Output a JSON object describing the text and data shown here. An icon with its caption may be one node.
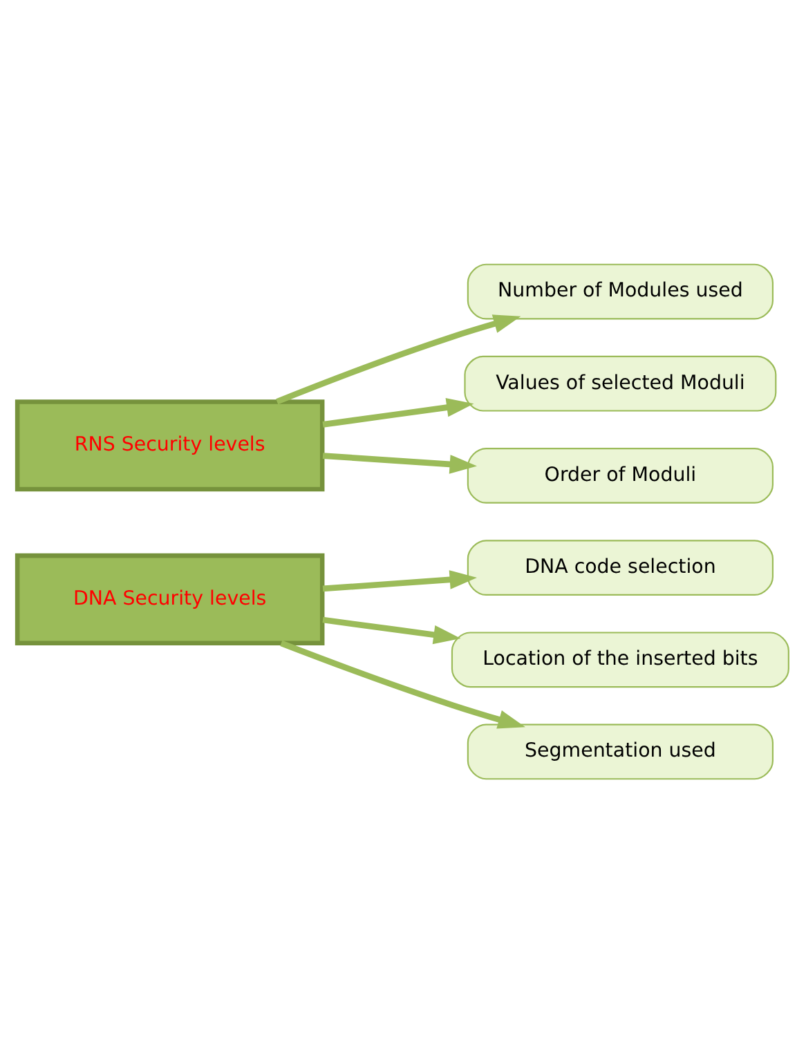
{
  "diagram": {
    "nodes": [
      {
        "text": [
          "RNS Security levels"
        ]
      },
      {
        "text": [
          "Number of Modules used"
        ]
      },
      {
        "text": [
          "Values of selected Moduli"
        ]
      },
      {
        "text": [
          "Order of Moduli"
        ]
      },
      {
        "text": [
          "DNA Security levels"
        ]
      },
      {
        "text": [
          "DNA code selection"
        ]
      },
      {
        "text": [
          "Location of the inserted bits"
        ]
      },
      {
        "text": [
          "Segmentation used"
        ]
      }
    ],
    "edges": [
      {
        "from": 0,
        "to": 1,
        "arrow": "to"
      },
      {
        "from": 0,
        "to": 2,
        "arrow": "to"
      },
      {
        "from": 0,
        "to": 3,
        "arrow": "to"
      },
      {
        "from": 4,
        "to": 5,
        "arrow": "to"
      },
      {
        "from": 4,
        "to": 6,
        "arrow": "to"
      },
      {
        "from": 4,
        "to": 7,
        "arrow": "to"
      }
    ]
  }
}
